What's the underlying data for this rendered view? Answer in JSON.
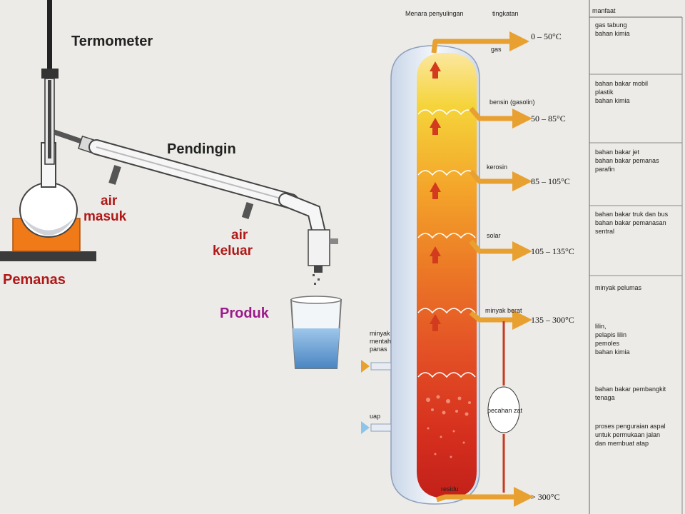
{
  "lab_setup": {
    "thermometer_label": "Termometer",
    "condenser_label": "Pendingin",
    "water_in_line1": "air",
    "water_in_line2": "masuk",
    "water_out_line1": "air",
    "water_out_line2": "keluar",
    "heater_label": "Pemanas",
    "product_label": "Produk"
  },
  "tower": {
    "title": "Menara penyulingan",
    "levels_header": "tingkatan",
    "uses_header": "manfaat",
    "crude_input_line1": "minyak",
    "crude_input_line2": "mentah",
    "crude_input_line3": "panas",
    "steam_input": "uap",
    "cracking_label": "pecahan zat",
    "fractions": [
      {
        "name": "gas",
        "temp": "0 – 50°C",
        "uses": [
          "gas tabung",
          "bahan kimia"
        ]
      },
      {
        "name": "bensin (gasolin)",
        "temp": "50 – 85°C",
        "uses": [
          "bahan bakar mobil",
          "plastik",
          "bahan kimia"
        ]
      },
      {
        "name": "kerosin",
        "temp": "85 – 105°C",
        "uses": [
          "bahan bakar jet",
          "bahan bakar pemanas",
          "parafin"
        ]
      },
      {
        "name": "solar",
        "temp": "105 – 135°C",
        "uses": [
          "bahan bakar truk dan bus",
          "bahan bakar pemanasan",
          "sentral"
        ]
      },
      {
        "name": "minyak berat",
        "temp": "135 – 300°C",
        "uses": [
          "minyak pelumas",
          "",
          "lilin,",
          "pelapis lilin",
          "pemoles",
          "bahan kimia"
        ]
      },
      {
        "name": "residu",
        "temp": "> 300°C",
        "uses": [
          "bahan bakar pembangkit",
          "tenaga",
          "",
          "proses penguraian aspal",
          "untuk permukaan jalan",
          "dan membuat atap"
        ]
      }
    ]
  },
  "colors": {
    "arrow_orange": "#e8a030",
    "label_red": "#b01818",
    "product_purple": "#9c1a8c",
    "heater_orange": "#f07a18"
  }
}
